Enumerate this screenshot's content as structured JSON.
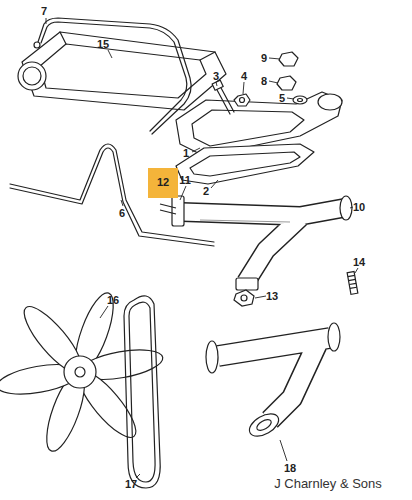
{
  "diagram": {
    "labels": [
      "7",
      "15",
      "3",
      "4",
      "9",
      "8",
      "5",
      "1",
      "2",
      "6",
      "12",
      "11",
      "10",
      "14",
      "13",
      "16",
      "17",
      "18",
      "J Charnley & Sons"
    ]
  }
}
